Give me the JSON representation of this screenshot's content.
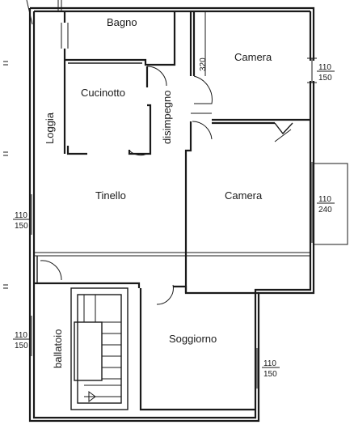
{
  "rooms": {
    "bagno": "Bagno",
    "camera_top": "Camera",
    "cucinotto": "Cucinotto",
    "disimpegno": "disimpegno",
    "loggia": "Loggia",
    "tinello": "Tinello",
    "camera_mid": "Camera",
    "ballatoio": "ballatoio",
    "soggiorno": "Soggiorno"
  },
  "dimensions": {
    "height_320": "320",
    "camera_top_w": "110",
    "camera_top_h": "150",
    "camera_mid_w": "110",
    "camera_mid_h": "240",
    "tinello_w": "110",
    "tinello_h": "150",
    "ballatoio_w": "110",
    "ballatoio_h": "150",
    "soggiorno_w": "110",
    "soggiorno_h": "150"
  }
}
